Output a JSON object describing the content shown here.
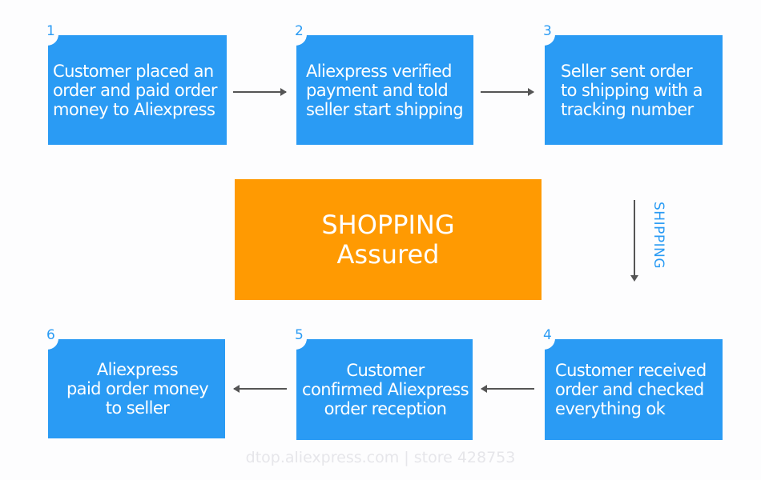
{
  "steps": [
    {
      "number": "1",
      "text": "Customer placed an\norder and paid order\nmoney to Aliexpress"
    },
    {
      "number": "2",
      "text": "Aliexpress verified\npayment and told\nseller start shipping"
    },
    {
      "number": "3",
      "text": "Seller sent order\nto shipping with a\ntracking number"
    },
    {
      "number": "4",
      "text": "Customer received\norder and checked\neverything ok"
    },
    {
      "number": "5",
      "text": "Customer\nconfirmed Aliexpress\norder reception"
    },
    {
      "number": "6",
      "text": "Aliexpress\npaid order money\nto seller"
    }
  ],
  "center": {
    "line1": "SHOPPING",
    "line2": "Assured"
  },
  "shipping_label": "SHIPPING",
  "footer": "dtop.aliexpress.com | store 428753",
  "colors": {
    "step": "#2a9bf4",
    "center": "#ff9a02"
  }
}
